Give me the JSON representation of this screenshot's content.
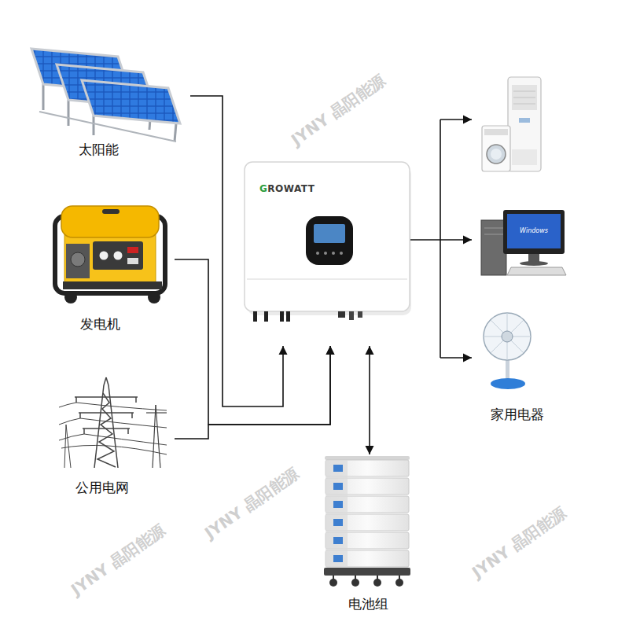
{
  "diagram": {
    "nodes": [
      {
        "text": [
          "太阳能"
        ]
      },
      {
        "text": [
          "发电机"
        ]
      },
      {
        "text": [
          "公用电网"
        ]
      },
      {
        "text": [
          "GROWATT"
        ]
      },
      {
        "text": [
          "电池组"
        ]
      },
      {
        "text": [
          "家用电器"
        ]
      }
    ],
    "edges": [
      {
        "from": 0,
        "to": 3,
        "arrow": "to"
      },
      {
        "from": 1,
        "to": 3,
        "arrow": "to"
      },
      {
        "from": 2,
        "to": 3,
        "arrow": "to"
      },
      {
        "from": 3,
        "to": 4,
        "arrow": "both"
      },
      {
        "from": 3,
        "to": 5,
        "arrow": "to"
      }
    ],
    "labels": [
      "Windows",
      "JYNY 晶阳能源",
      "JYNY 晶阳能源",
      "JYNY 晶阳能源",
      "JYNY 晶阳能源"
    ]
  }
}
